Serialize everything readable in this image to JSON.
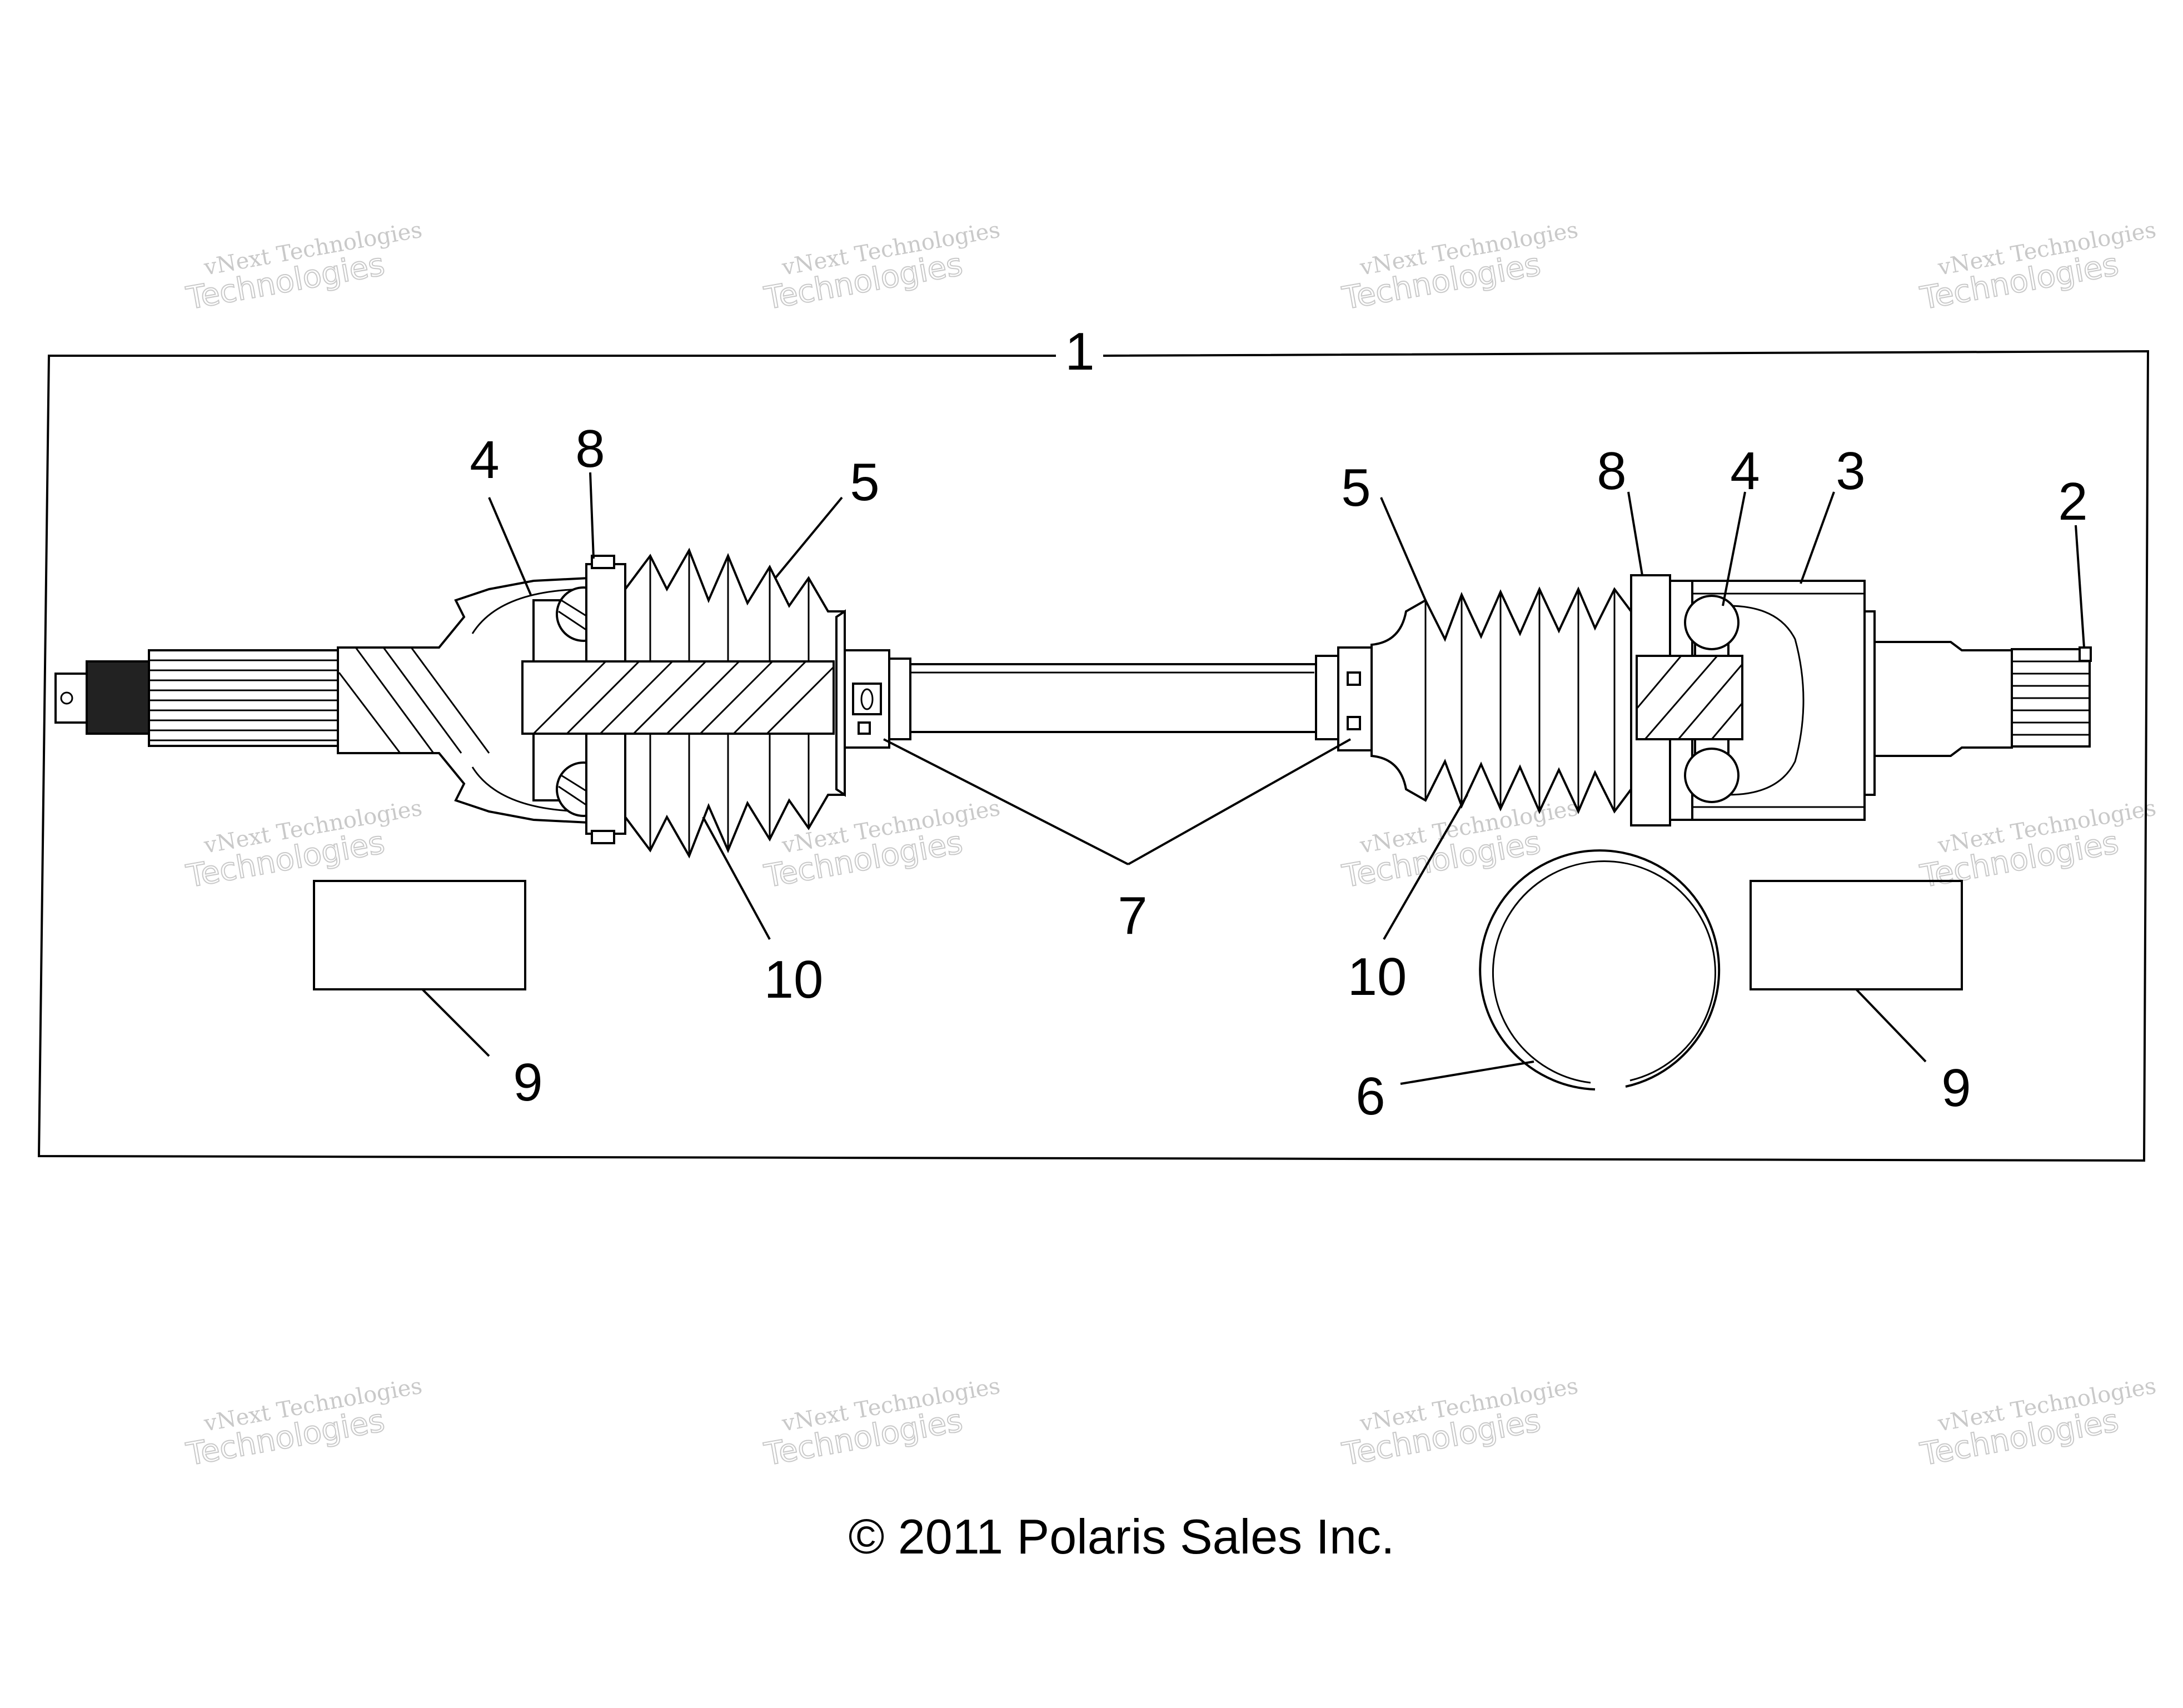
{
  "callouts": {
    "c1": "1",
    "c2": "2",
    "c3": "3",
    "c4_left": "4",
    "c4_right": "4",
    "c5_left": "5",
    "c5_right": "5",
    "c6": "6",
    "c7": "7",
    "c8_left": "8",
    "c8_right": "8",
    "c9_left": "9",
    "c9_right": "9",
    "c10_left": "10",
    "c10_right": "10"
  },
  "watermark": {
    "line1": "vNext Technologies",
    "line2": "Technologies"
  },
  "copyright": "© 2011 Polaris Sales Inc."
}
